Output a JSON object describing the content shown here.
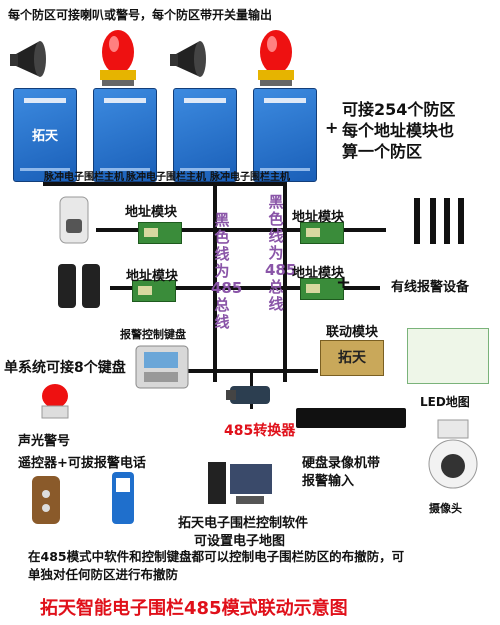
{
  "title": "拓天智能电子围栏485模式联动示意图",
  "top_note": "每个防区可接喇叭或警号，每个防区带开关量输出",
  "zones_note": {
    "plus": "+",
    "line1": "可接254个防区",
    "line2": "每个地址模块也",
    "line3": "算一个防区"
  },
  "hosts": [
    {
      "brand": "拓天",
      "label": "脉冲电子围栏主机"
    },
    {
      "brand": "",
      "label": "脉冲电子围栏主机"
    },
    {
      "brand": "",
      "label": "脉冲电子围栏主机"
    },
    {
      "brand": "",
      "label": ""
    }
  ],
  "address_module_label": "地址模块",
  "wire_text": {
    "black_line": "黑色线为485总线",
    "black_line_2": "黑色线为485总线"
  },
  "wired_alarm": "有线报警设备",
  "keyboard": "报警控制键盘",
  "keyboard_note": "单系统可接8个键盘",
  "linkage_module": "联动模块",
  "linkage_brand": "拓天",
  "led_map": "LED地图",
  "converter": "485转换器",
  "siren": "声光警号",
  "remote": "遥控器+可拔报警电话",
  "dvr": {
    "line1": "硬盘录像机带",
    "line2": "报警输入"
  },
  "camera": "摄像头",
  "software": {
    "line1": "拓天电子围栏控制软件",
    "line2": "可设置电子地图"
  },
  "footer_note": {
    "line1": "在485模式中软件和控制键盘都可以控制电子围栏防区的布撤防，可",
    "line2": "单独对任何防区进行布撤防"
  },
  "colors": {
    "title": "#e0101a",
    "converter": "#e0101a",
    "purple": "#8a55a8",
    "host_blue": "#1f6fcc"
  }
}
